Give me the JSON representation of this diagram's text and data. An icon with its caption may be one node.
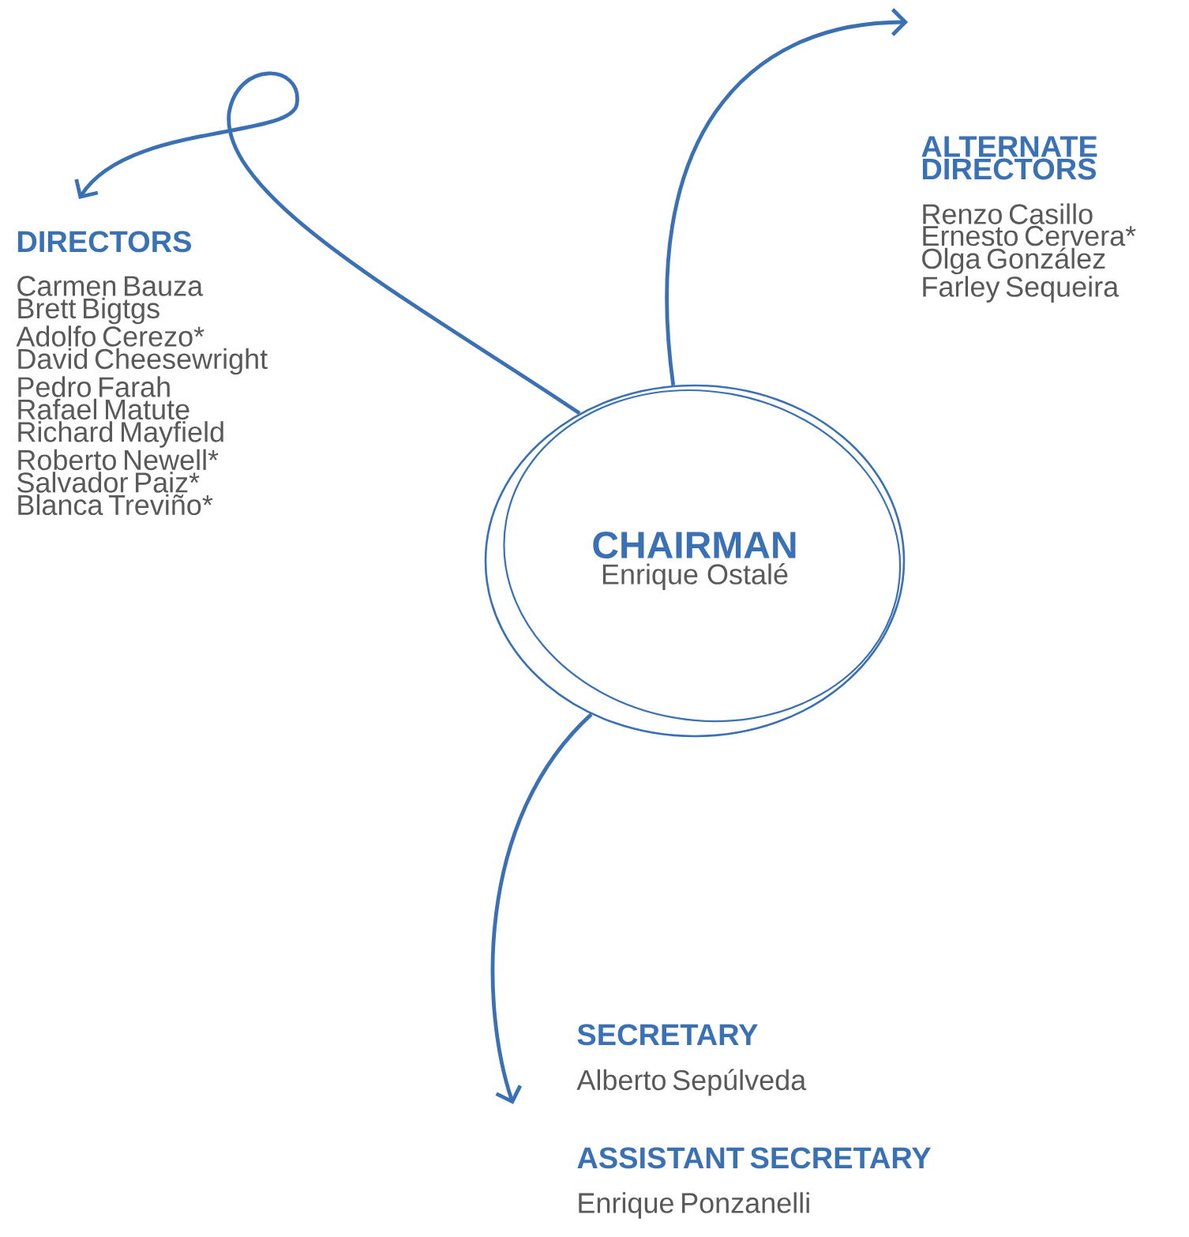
{
  "diagram": {
    "nodes": [
      {
        "text": [
          "CHAIRMAN",
          "Enrique Ostalé"
        ]
      },
      {
        "text": [
          "DIRECTORS",
          "Carmen Bauza",
          "Brett Bigtgs",
          "Adolfo Cerezo*",
          "David Cheesewright",
          "Pedro Farah",
          "Rafael Matute",
          "Richard Mayfield",
          "Roberto Newell*",
          "Salvador Paiz*",
          "Blanca Treviño*"
        ]
      },
      {
        "text": [
          "ALTERNATE DIRECTORS",
          "Renzo Casillo",
          "Ernesto Cervera*",
          "Olga González",
          "Farley Sequeira"
        ]
      },
      {
        "text": [
          "SECRETARY",
          "Alberto Sepúlveda"
        ]
      },
      {
        "text": [
          "ASSISTANT SECRETARY",
          "Enrique Ponzanelli"
        ]
      }
    ],
    "edges": [
      {
        "from": 0,
        "to": 1,
        "arrow": "to"
      },
      {
        "from": 0,
        "to": 2,
        "arrow": "to"
      },
      {
        "from": 0,
        "to": 3,
        "arrow": "to"
      }
    ]
  }
}
